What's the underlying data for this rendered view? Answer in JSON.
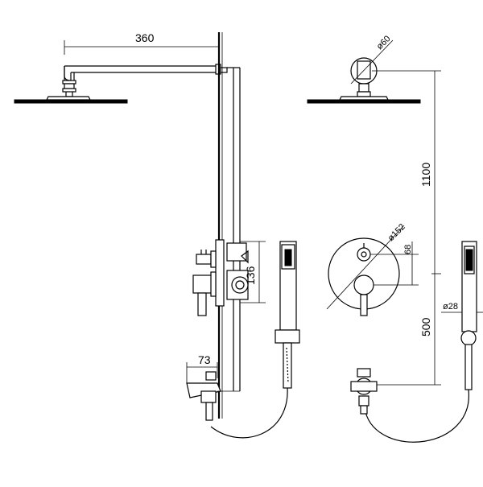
{
  "drawing": {
    "dimensions": {
      "arm_length": "360",
      "arm_flange_diameter": "ø60",
      "shower_height": "1100",
      "valve_plate_diameter": "ø152",
      "valve_spacing_side": "68",
      "valve_height": "136",
      "handset_holder_height": "500",
      "handset_diameter": "ø28",
      "spout_length": "73"
    }
  }
}
